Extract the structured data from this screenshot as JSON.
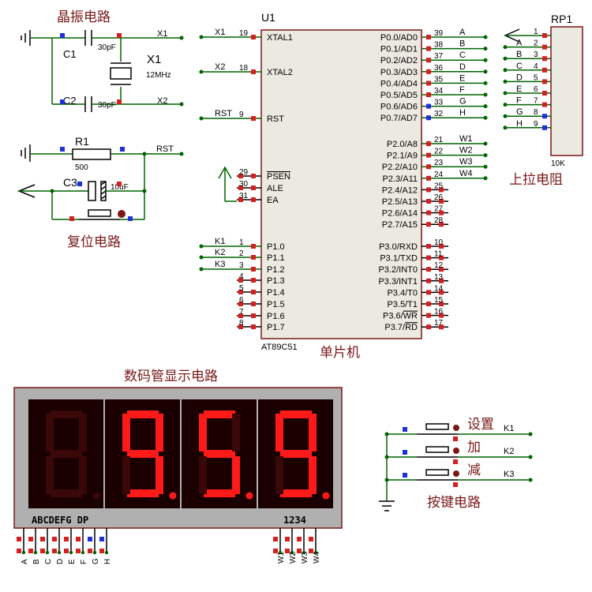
{
  "colors": {
    "wire": "#006400",
    "chip_fill": "#ebeae1",
    "chip_border": "#7a1818",
    "label_cn": "#7a1818",
    "pin_red": "#d42020",
    "pin_blue": "#2030d8",
    "seg_on": "#ff1a1a",
    "seg_off": "#3a0808",
    "display_bg": "#1a0000",
    "display_frame": "#b0b0b0"
  },
  "sections": {
    "crystal": "晶振电路",
    "reset": "复位电路",
    "mcu": "单片机",
    "pullup": "上拉电阻",
    "display": "数码管显示电路",
    "keys": "按键电路"
  },
  "crystal": {
    "c1_name": "C1",
    "c1_value": "30pF",
    "c2_name": "C2",
    "c2_value": "30pF",
    "x1_name": "X1",
    "x1_value": "12MHz",
    "net_x1": "X1",
    "net_x2": "X2"
  },
  "reset": {
    "r1_name": "R1",
    "r1_value": "500",
    "c3_name": "C3",
    "c3_value": "10uF",
    "net_rst": "RST"
  },
  "mcu": {
    "ref": "U1",
    "part": "AT89C51",
    "left_pins": [
      {
        "net": "X1",
        "num": "19",
        "name": "XTAL1"
      },
      {
        "net": "X2",
        "num": "18",
        "name": "XTAL2"
      },
      {
        "net": "RST",
        "num": "9",
        "name": "RST"
      },
      {
        "net": "",
        "num": "29",
        "name": "PSEN"
      },
      {
        "net": "",
        "num": "30",
        "name": "ALE"
      },
      {
        "net": "",
        "num": "31",
        "name": "EA"
      },
      {
        "net": "K1",
        "num": "1",
        "name": "P1.0"
      },
      {
        "net": "K2",
        "num": "2",
        "name": "P1.1"
      },
      {
        "net": "K3",
        "num": "3",
        "name": "P1.2"
      },
      {
        "net": "",
        "num": "4",
        "name": "P1.3"
      },
      {
        "net": "",
        "num": "5",
        "name": "P1.4"
      },
      {
        "net": "",
        "num": "6",
        "name": "P1.5"
      },
      {
        "net": "",
        "num": "7",
        "name": "P1.6"
      },
      {
        "net": "",
        "num": "8",
        "name": "P1.7"
      }
    ],
    "right_pins": [
      {
        "name": "P0.0/AD0",
        "num": "39",
        "net": "A"
      },
      {
        "name": "P0.1/AD1",
        "num": "38",
        "net": "B"
      },
      {
        "name": "P0.2/AD2",
        "num": "37",
        "net": "C"
      },
      {
        "name": "P0.3/AD3",
        "num": "36",
        "net": "D"
      },
      {
        "name": "P0.4/AD4",
        "num": "35",
        "net": "E"
      },
      {
        "name": "P0.5/AD5",
        "num": "34",
        "net": "F"
      },
      {
        "name": "P0.6/AD6",
        "num": "33",
        "net": "G"
      },
      {
        "name": "P0.7/AD7",
        "num": "32",
        "net": "H"
      },
      {
        "name": "P2.0/A8",
        "num": "21",
        "net": "W1"
      },
      {
        "name": "P2.1/A9",
        "num": "22",
        "net": "W2"
      },
      {
        "name": "P2.2/A10",
        "num": "23",
        "net": "W3"
      },
      {
        "name": "P2.3/A11",
        "num": "24",
        "net": "W4"
      },
      {
        "name": "P2.4/A12",
        "num": "25",
        "net": ""
      },
      {
        "name": "P2.5/A13",
        "num": "26",
        "net": ""
      },
      {
        "name": "P2.6/A14",
        "num": "27",
        "net": ""
      },
      {
        "name": "P2.7/A15",
        "num": "28",
        "net": ""
      },
      {
        "name": "P3.0/RXD",
        "num": "10",
        "net": ""
      },
      {
        "name": "P3.1/TXD",
        "num": "11",
        "net": ""
      },
      {
        "name": "P3.2/INT0",
        "num": "12",
        "net": ""
      },
      {
        "name": "P3.3/INT1",
        "num": "13",
        "net": ""
      },
      {
        "name": "P3.4/T0",
        "num": "14",
        "net": ""
      },
      {
        "name": "P3.5/T1",
        "num": "15",
        "net": ""
      },
      {
        "name": "P3.6/WR",
        "num": "16",
        "net": ""
      },
      {
        "name": "P3.7/RD",
        "num": "17",
        "net": ""
      }
    ]
  },
  "rp1": {
    "ref": "RP1",
    "value": "10K",
    "pins": [
      {
        "num": "1",
        "net": ""
      },
      {
        "num": "2",
        "net": "A"
      },
      {
        "num": "3",
        "net": "B"
      },
      {
        "num": "4",
        "net": "C"
      },
      {
        "num": "5",
        "net": "D"
      },
      {
        "num": "6",
        "net": "E"
      },
      {
        "num": "7",
        "net": "F"
      },
      {
        "num": "8",
        "net": "G"
      },
      {
        "num": "9",
        "net": "H"
      }
    ]
  },
  "display": {
    "digits": [
      "",
      "9",
      "5",
      "9"
    ],
    "seg_label": "ABCDEFG  DP",
    "digit_label": "1234",
    "seg_pins": [
      "A",
      "B",
      "C",
      "D",
      "E",
      "F",
      "G",
      "H"
    ],
    "digit_pins": [
      "W1",
      "W2",
      "W3",
      "W4"
    ]
  },
  "keys": [
    {
      "label": "设置",
      "net": "K1"
    },
    {
      "label": "加",
      "net": "K2"
    },
    {
      "label": "减",
      "net": "K3"
    }
  ]
}
